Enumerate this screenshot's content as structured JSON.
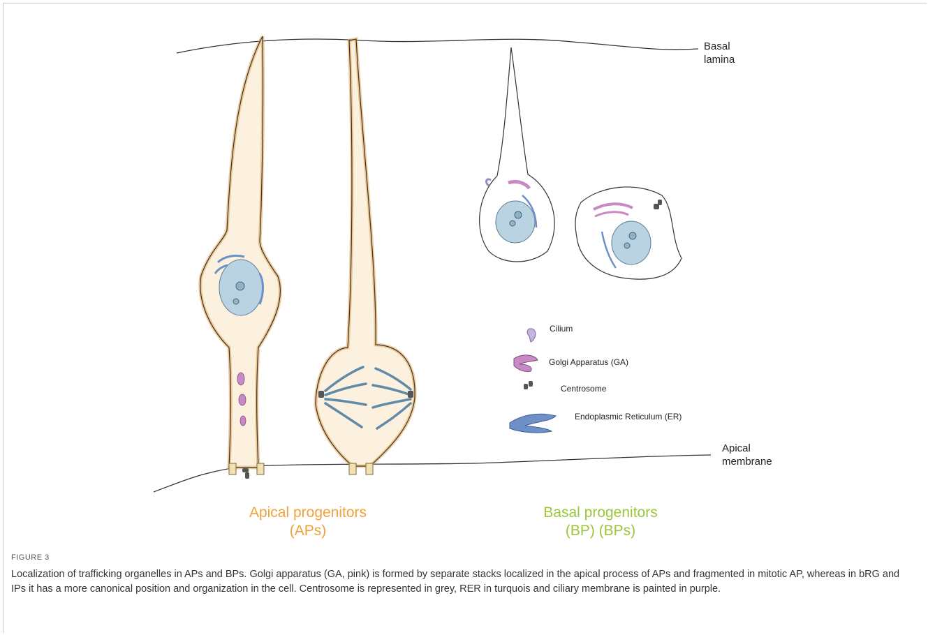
{
  "labels": {
    "basal_lamina": "Basal\nlamina",
    "apical_membrane": "Apical\nmembrane",
    "apical_progenitors": "Apical progenitors\n(APs)",
    "basal_progenitors": "Basal progenitors\n(BP) (BPs)"
  },
  "legend": {
    "cilium": "Cilium",
    "golgi": "Golgi Apparatus (GA)",
    "centrosome": "Centrosome",
    "er": "Endoplasmic Reticulum (ER)"
  },
  "colors": {
    "ap_label": "#f0a23a",
    "bp_label": "#9dc43b",
    "golgi_pink": "#c889c4",
    "er_blue": "#6f8fc7",
    "nucleus_blue": "#b9d3e2",
    "membrane_orange": "#f3c27a",
    "centrosome_grey": "#555555"
  },
  "caption": {
    "figure_number": "FIGURE 3",
    "text": "Localization of trafficking organelles in APs and BPs. Golgi apparatus (GA, pink) is formed by separate stacks localized in the apical process of APs and fragmented in mitotic AP, whereas in bRG and IPs it has a more canonical position and organization in the cell. Centrosome is represented in grey, RER in turquois and ciliary membrane is painted in purple."
  }
}
